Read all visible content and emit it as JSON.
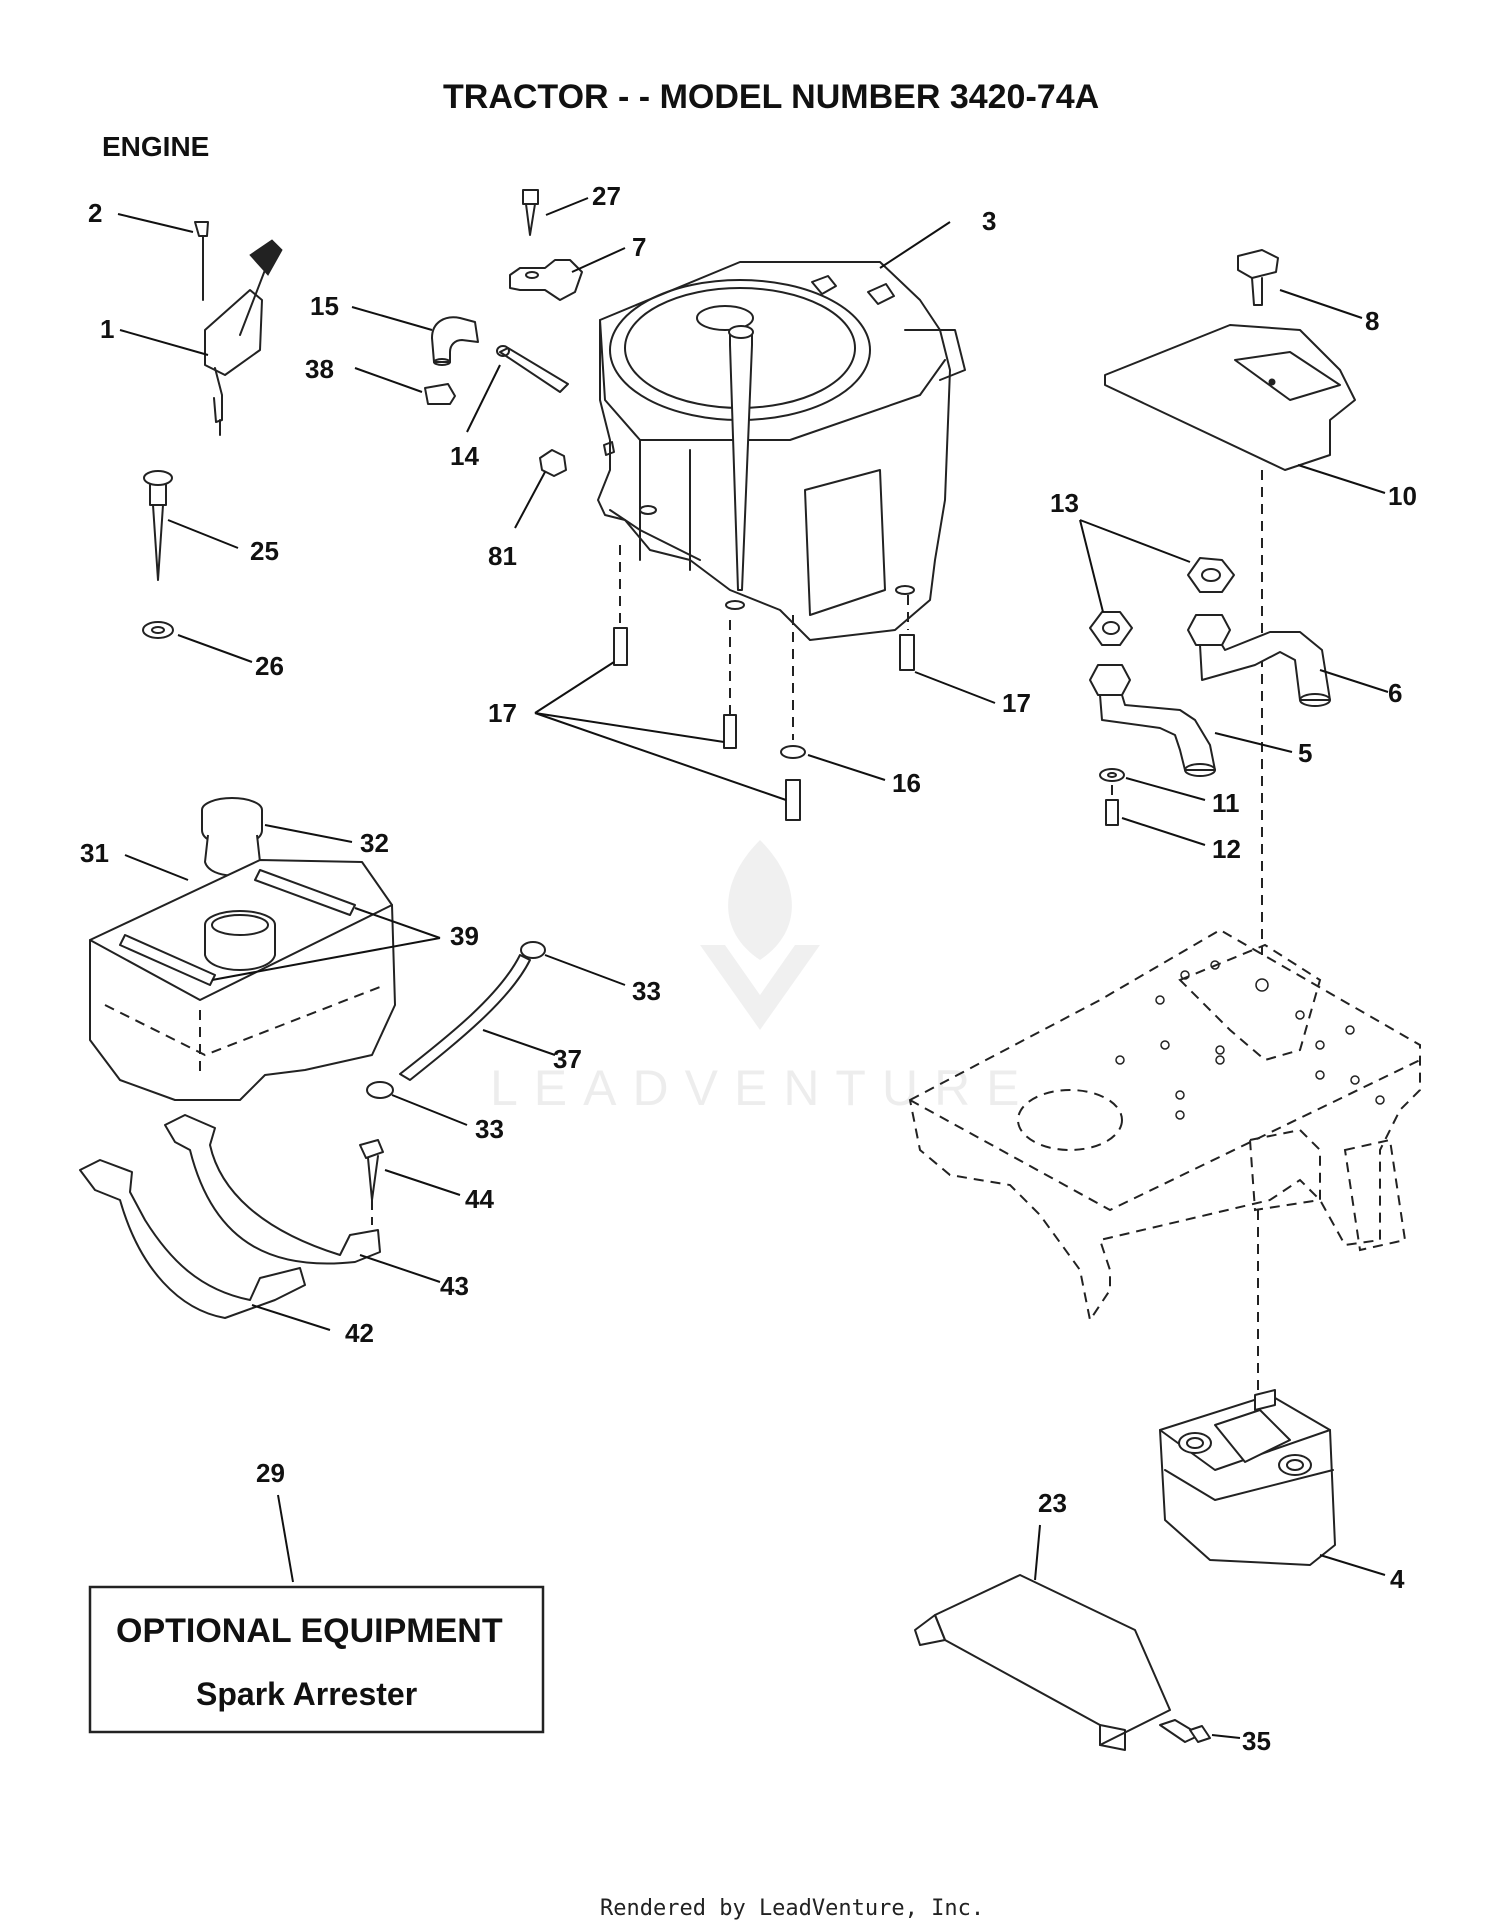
{
  "title": "TRACTOR - - MODEL NUMBER 3420-74A",
  "section": "ENGINE",
  "callouts": {
    "c1": "1",
    "c2": "2",
    "c3": "3",
    "c4": "4",
    "c5": "5",
    "c6": "6",
    "c7": "7",
    "c8": "8",
    "c10": "10",
    "c11": "11",
    "c12": "12",
    "c13": "13",
    "c14": "14",
    "c15": "15",
    "c16": "16",
    "c17a": "17",
    "c17b": "17",
    "c23": "23",
    "c25": "25",
    "c26": "26",
    "c27": "27",
    "c29": "29",
    "c31": "31",
    "c32": "32",
    "c33a": "33",
    "c33b": "33",
    "c35": "35",
    "c37": "37",
    "c38": "38",
    "c39": "39",
    "c42": "42",
    "c43": "43",
    "c44": "44",
    "c81": "81"
  },
  "optional_box": {
    "heading": "OPTIONAL EQUIPMENT",
    "item": "Spark Arrester"
  },
  "watermark": "LEADVENTURE",
  "footer": "Rendered by LeadVenture, Inc."
}
